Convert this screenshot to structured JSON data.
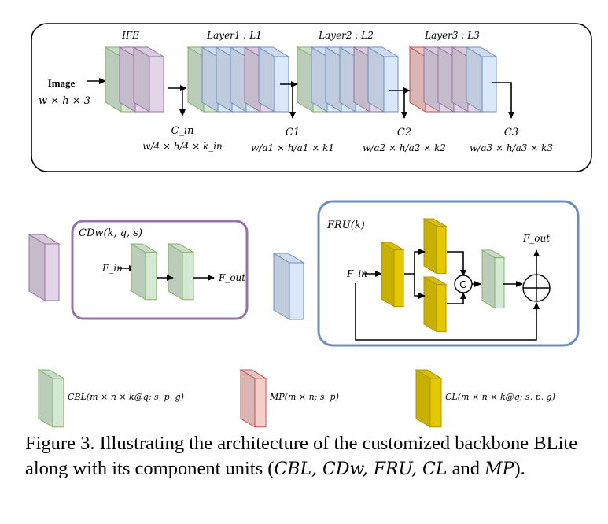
{
  "top_panel": {
    "input_label": "Image",
    "input_dims": "w × h × 3",
    "stage_titles": [
      "IFE",
      "Layer1 : L1",
      "Layer2 : L2",
      "Layer3 : L3"
    ],
    "outputs": [
      {
        "name": "C_in",
        "dims": "w/4 × h/4 × k_in"
      },
      {
        "name": "C1",
        "dims": "w/a1 × h/a1 × k1"
      },
      {
        "name": "C2",
        "dims": "w/a2 × h/a2 × k2"
      },
      {
        "name": "C3",
        "dims": "w/a3 × h/a3 × k3"
      }
    ]
  },
  "cdw_unit": {
    "title": "CDw(k, q, s)",
    "input": "F_in",
    "output": "F_out"
  },
  "fru_unit": {
    "title": "FRU(k)",
    "input": "F_in",
    "output": "F_out",
    "concat_symbol": "C"
  },
  "legend": [
    {
      "color": "#d5e8d4",
      "label": "CBL(m × n × k@q; s, p, g)"
    },
    {
      "color": "#f8cecc",
      "label": "MP(m × n; s, p)"
    },
    {
      "color": "#e3c800",
      "label": "CL(m × n × k@q; s, p, g)"
    }
  ],
  "colors": {
    "cbl": "#d5e8d4",
    "cbl_stroke": "#82b366",
    "cdw": "#e1d5e7",
    "cdw_stroke": "#9673a6",
    "fru": "#dae8fc",
    "fru_stroke": "#6c8ebf",
    "mp": "#f8cecc",
    "mp_stroke": "#b85450",
    "cl": "#e3c800",
    "cl_stroke": "#b09500"
  },
  "caption": {
    "prefix": "Figure 3. Illustrating the architecture of the customized backbone BLite along with its component units (",
    "refs": "CBL, CDw, FRU, CL",
    "mid": " and ",
    "last": "MP",
    "suffix": ")."
  }
}
